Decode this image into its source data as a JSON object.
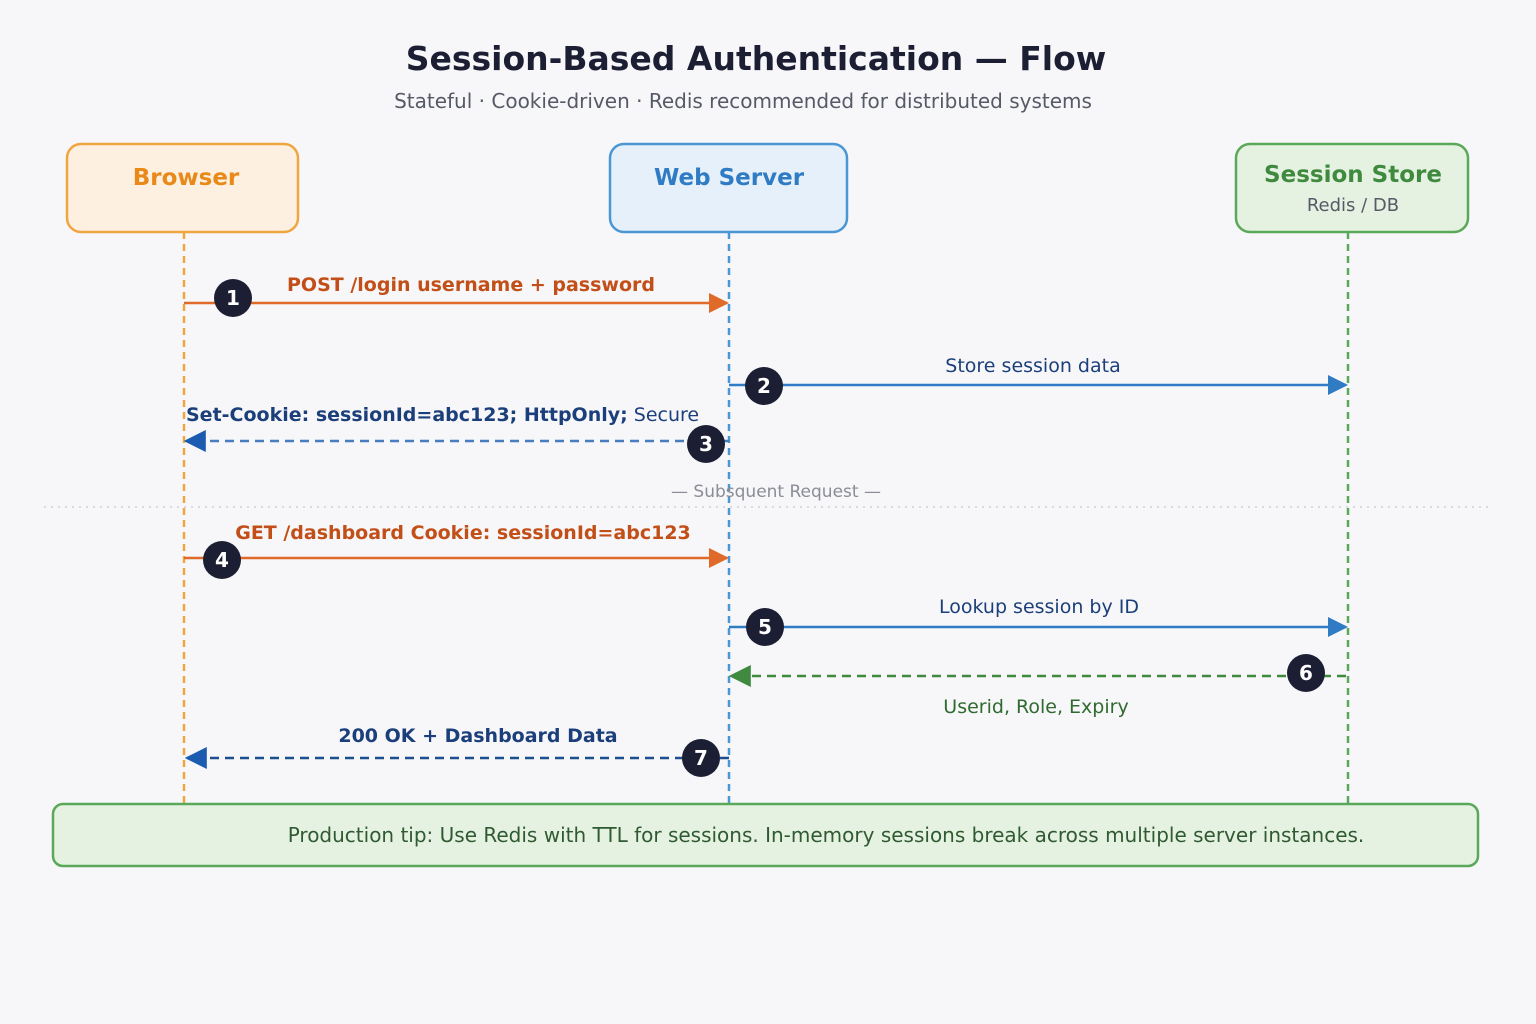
{
  "title": "Session-Based Authentication — Flow",
  "subtitle": "Stateful · Cookie-driven · Redis recommended for distributed systems",
  "actors": {
    "browser": {
      "name": "Browser",
      "color": "#e8891a",
      "fill": "#fdf0e0"
    },
    "server": {
      "name": "Web Server",
      "color": "#2f7cc4",
      "fill": "#e6f0fa"
    },
    "store": {
      "name": "Session Store",
      "sub": "Redis / DB",
      "color": "#3f8a3f",
      "fill": "#e6f2e1"
    }
  },
  "colors": {
    "orange_arrow": "#e06a2a",
    "orange_text": "#c24f17",
    "blue_arrow": "#2f7cc4",
    "navy_text": "#1b3f7a",
    "dashed_blue": "#4a7cc0",
    "green_arrow": "#3f8a3f",
    "green_text": "#2f6a2f",
    "badge": "#1c1f33"
  },
  "steps": [
    {
      "num": "1",
      "label": "POST /login username + password"
    },
    {
      "num": "2",
      "label": "Store session data"
    },
    {
      "num": "3",
      "label_bold": "Set-Cookie: sessionId=abc123; HttpOnly;",
      "label_rest": " Secure"
    },
    {
      "num": "4",
      "label": "GET /dashboard Cookie: sessionId=abc123"
    },
    {
      "num": "5",
      "label": "Lookup session by ID"
    },
    {
      "num": "6",
      "label": "Userid, Role, Expiry"
    },
    {
      "num": "7",
      "label": "200 OK + Dashboard Data"
    }
  ],
  "divider_label": "— Subsquent Request —",
  "tip": "Production tip: Use Redis with TTL for sessions. In-memory sessions break across multiple server instances."
}
